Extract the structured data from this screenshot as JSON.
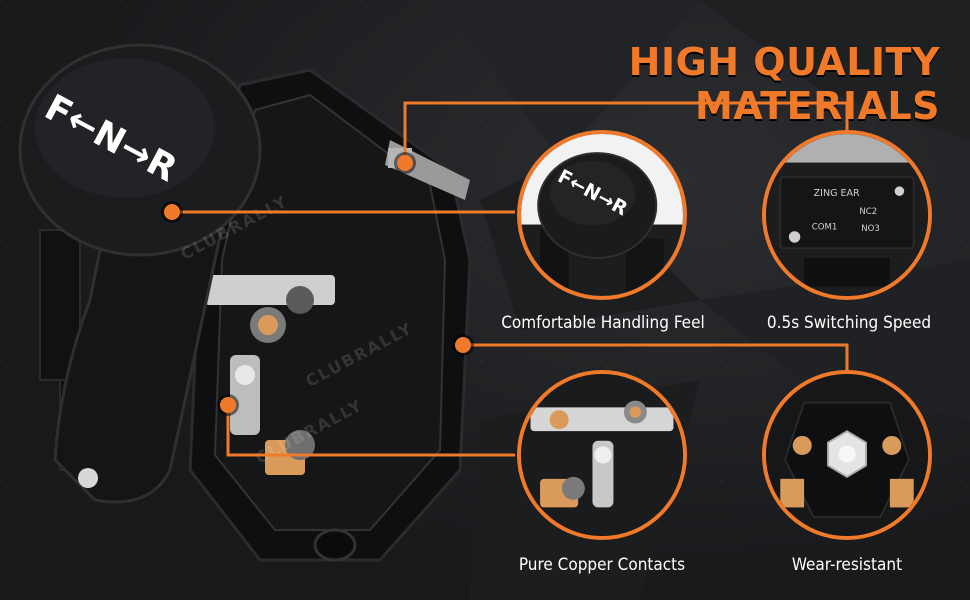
{
  "headline": "HIGH QUALITY MATERIALS",
  "knob_label": "F←N→R",
  "brand_watermark": "CLUBRALLY",
  "features": [
    {
      "label": "Comfortable Handling Feel"
    },
    {
      "label": "0.5s Switching Speed"
    },
    {
      "label": "Pure Copper Contacts"
    },
    {
      "label": "Wear-resistant"
    }
  ],
  "microswitch": {
    "maker": "ZING EAR",
    "nc": "NC2",
    "com": "COM1",
    "no": "NO3"
  },
  "colors": {
    "accent": "#f07a2a",
    "background": "#1a1b1d",
    "text": "#ffffff",
    "copper": "#d99a5c"
  }
}
